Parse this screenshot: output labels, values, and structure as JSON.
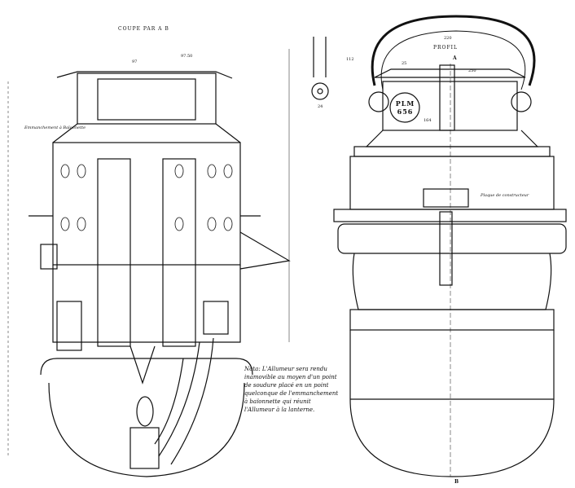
{
  "titles": {
    "section": "COUPE PAR A B",
    "profile": "PROFIL"
  },
  "plate": {
    "line1": "PLM",
    "line2": "656"
  },
  "annotations": {
    "bayonet": "Emmanchement à Baïonnette",
    "maker_plate": "Plaque de constructeur",
    "note": "Nota: L'Allumeur sera rendu inamovible au moyen d'un point de soudure placé en un point quelconque de l'emmanchement à baïonnette qui réunit l'Allumeur à la lanterne."
  },
  "dimensions": {
    "top_width": "220",
    "handle_height": "112",
    "handle_r": "25",
    "slant": "250",
    "base": "164",
    "detail": "24",
    "left_top": "97",
    "left_top2": "97.50"
  },
  "section_marks": {
    "a": "A",
    "b": "B"
  }
}
